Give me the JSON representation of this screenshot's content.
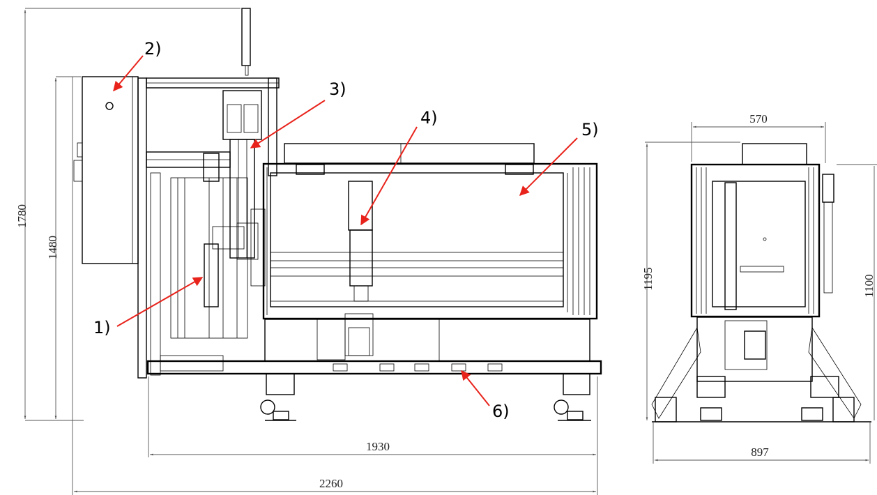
{
  "callouts": [
    {
      "id": "1",
      "label": "1)"
    },
    {
      "id": "2",
      "label": "2)"
    },
    {
      "id": "3",
      "label": "3)"
    },
    {
      "id": "4",
      "label": "4)"
    },
    {
      "id": "5",
      "label": "5)"
    },
    {
      "id": "6",
      "label": "6)"
    }
  ],
  "dimensions": {
    "total_height": "1780",
    "frame_height": "1480",
    "frame_width": "1930",
    "total_width": "2260",
    "side_top_width": "570",
    "side_height": "1195",
    "side_base_width": "897",
    "side_right_height": "1100"
  },
  "colors": {
    "arrow": "#e8231b",
    "line": "#000000"
  }
}
